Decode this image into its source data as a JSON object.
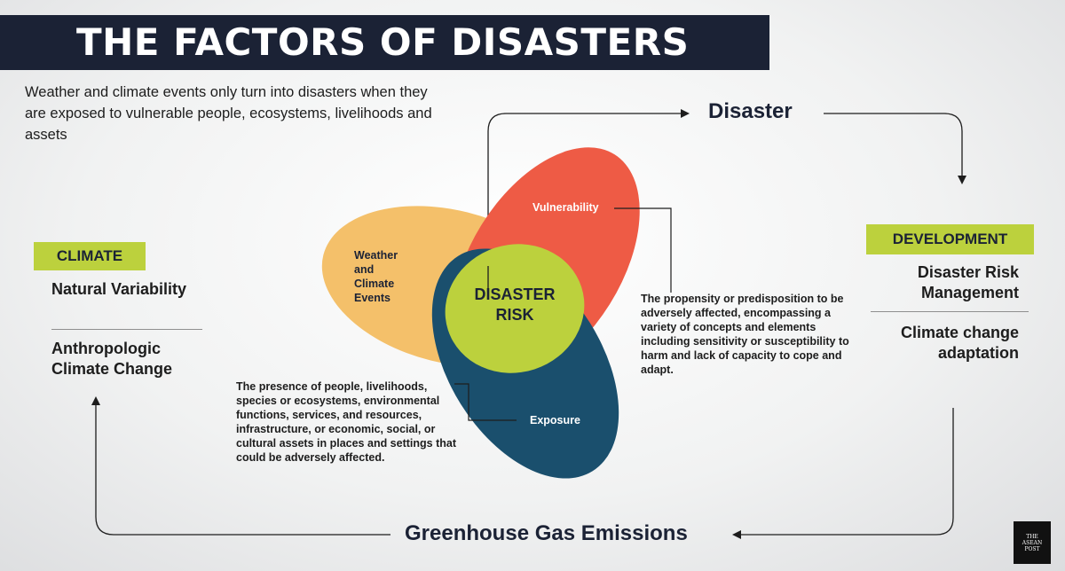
{
  "title": "THE FACTORS OF DISASTERS",
  "intro": "Weather and climate events only turn into disasters when they are exposed to vulnerable people, ecosystems, livelihoods and assets",
  "climate": {
    "tag": "CLIMATE",
    "item1": "Natural Variability",
    "item2": "Anthropologic Climate Change"
  },
  "development": {
    "tag": "DEVELOPMENT",
    "item1": "Disaster Risk Management",
    "item2": "Climate change adaptation"
  },
  "cycle": {
    "top": "Disaster",
    "bottom": "Greenhouse Gas Emissions"
  },
  "diagram": {
    "weather_line1": "Weather",
    "weather_line2": "and",
    "weather_line3": "Climate",
    "weather_line4": "Events",
    "vulnerability": "Vulnerability",
    "exposure": "Exposure",
    "center_line1": "DISASTER",
    "center_line2": "RISK"
  },
  "descriptions": {
    "vulnerability": "The propensity or predisposition to be adversely affected, encompassing a variety of concepts and elements including sensitivity or susceptibility to harm and lack of capacity to cope and adapt.",
    "exposure": "The presence of people, livelihoods, species or ecosystems, environmental functions, services, and resources, infrastructure, or economic, social, or cultural assets in places and settings that could be adversely affected."
  },
  "logo": {
    "line1": "THE",
    "line2": "ASEAN",
    "line3": "POST"
  },
  "colors": {
    "navy": "#1b2235",
    "orange": "#f4c06a",
    "red": "#ee5b45",
    "teal": "#1a4f6d",
    "green": "#bcd13d"
  }
}
